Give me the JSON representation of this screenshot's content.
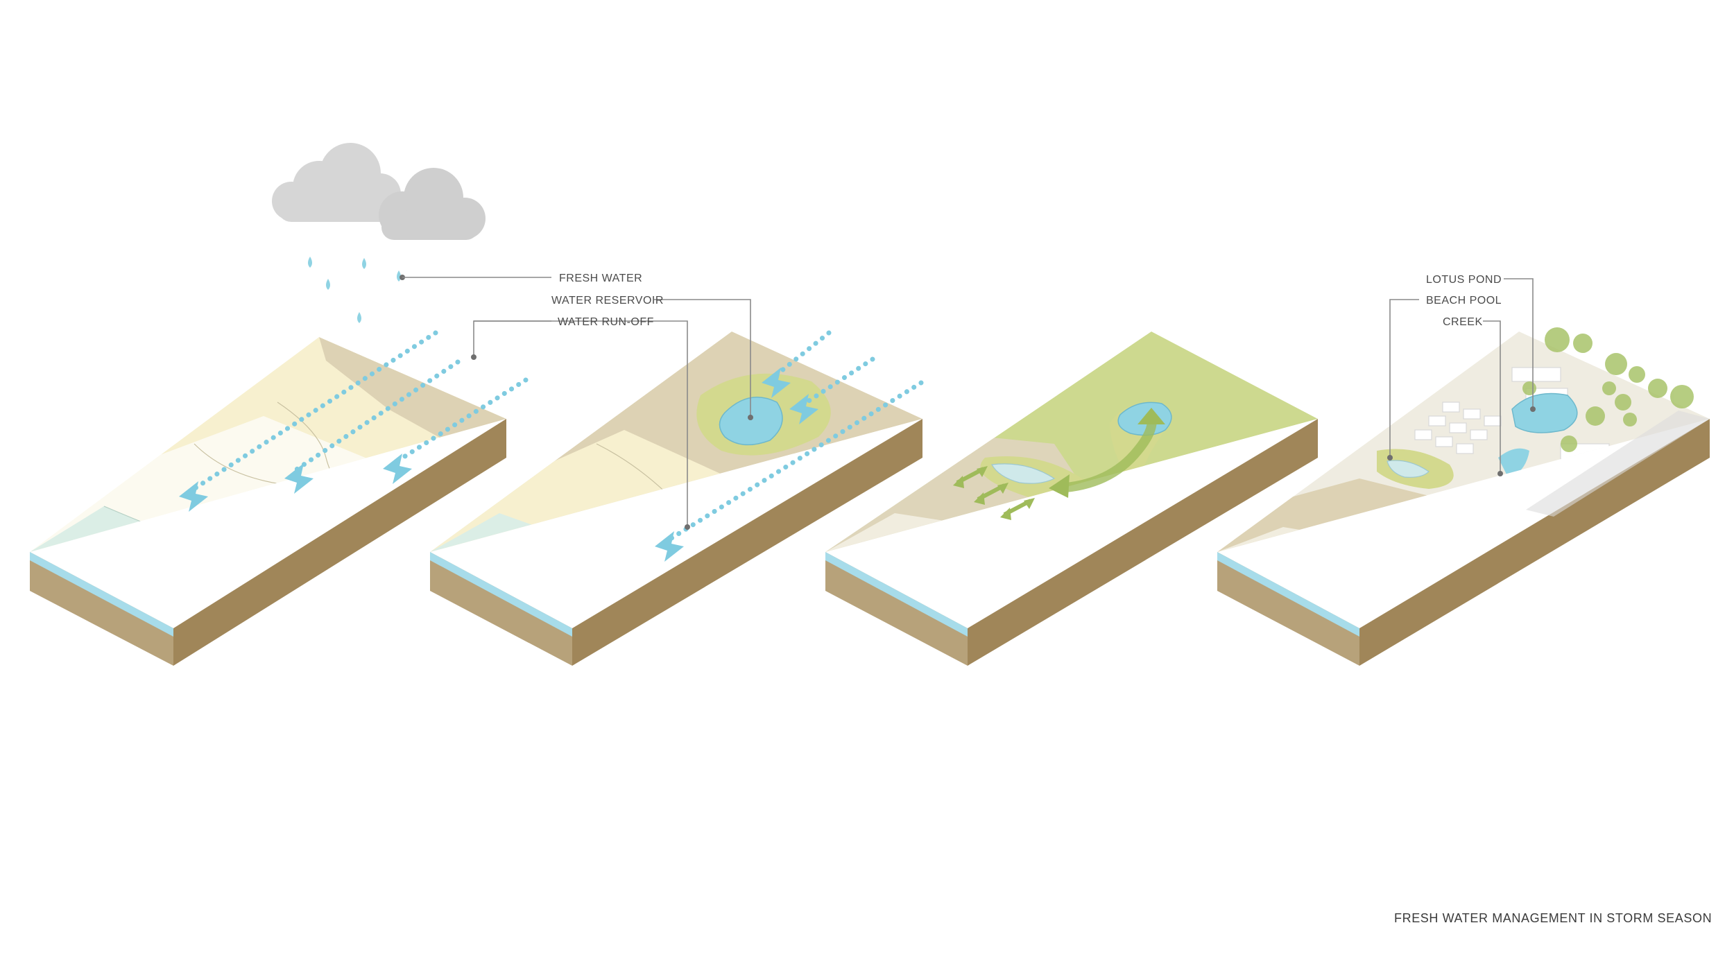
{
  "labels": {
    "fresh_water": "FRESH WATER",
    "water_reservoir": "WATER RESERVOIR",
    "water_run_off": "WATER RUN-OFF",
    "lotus_pond": "LOTUS POND",
    "beach_pool": "BEACH POOL",
    "creek": "CREEK"
  },
  "caption": "FRESH WATER MANAGEMENT IN STORM SEASON",
  "panels": [
    {
      "name": "stage-1-rainfall",
      "features": [
        "cloud-icon",
        "rain-drops",
        "run-off-arrows"
      ]
    },
    {
      "name": "stage-2-reservoir",
      "features": [
        "reservoir-pond",
        "run-off-arrows"
      ]
    },
    {
      "name": "stage-3-greening",
      "features": [
        "pond",
        "creek",
        "flow-arrows"
      ]
    },
    {
      "name": "stage-4-resort",
      "features": [
        "lotus-pond",
        "beach-pool",
        "creek",
        "buildings",
        "trees"
      ]
    }
  ],
  "colors": {
    "sea": "#dbeee6",
    "water_edge": "#8fd3e3",
    "sand_light": "#fbf8ea",
    "sand_mid": "#f7f0cf",
    "land_tan": "#ddd2b4",
    "grass": "#cfd98d",
    "soil_side": "#b39c6c",
    "soil_front": "#9c8456",
    "arrow_blue": "#7fcbe0",
    "arrow_green": "#9fbb5a",
    "cloud": "#d6d6d6"
  }
}
